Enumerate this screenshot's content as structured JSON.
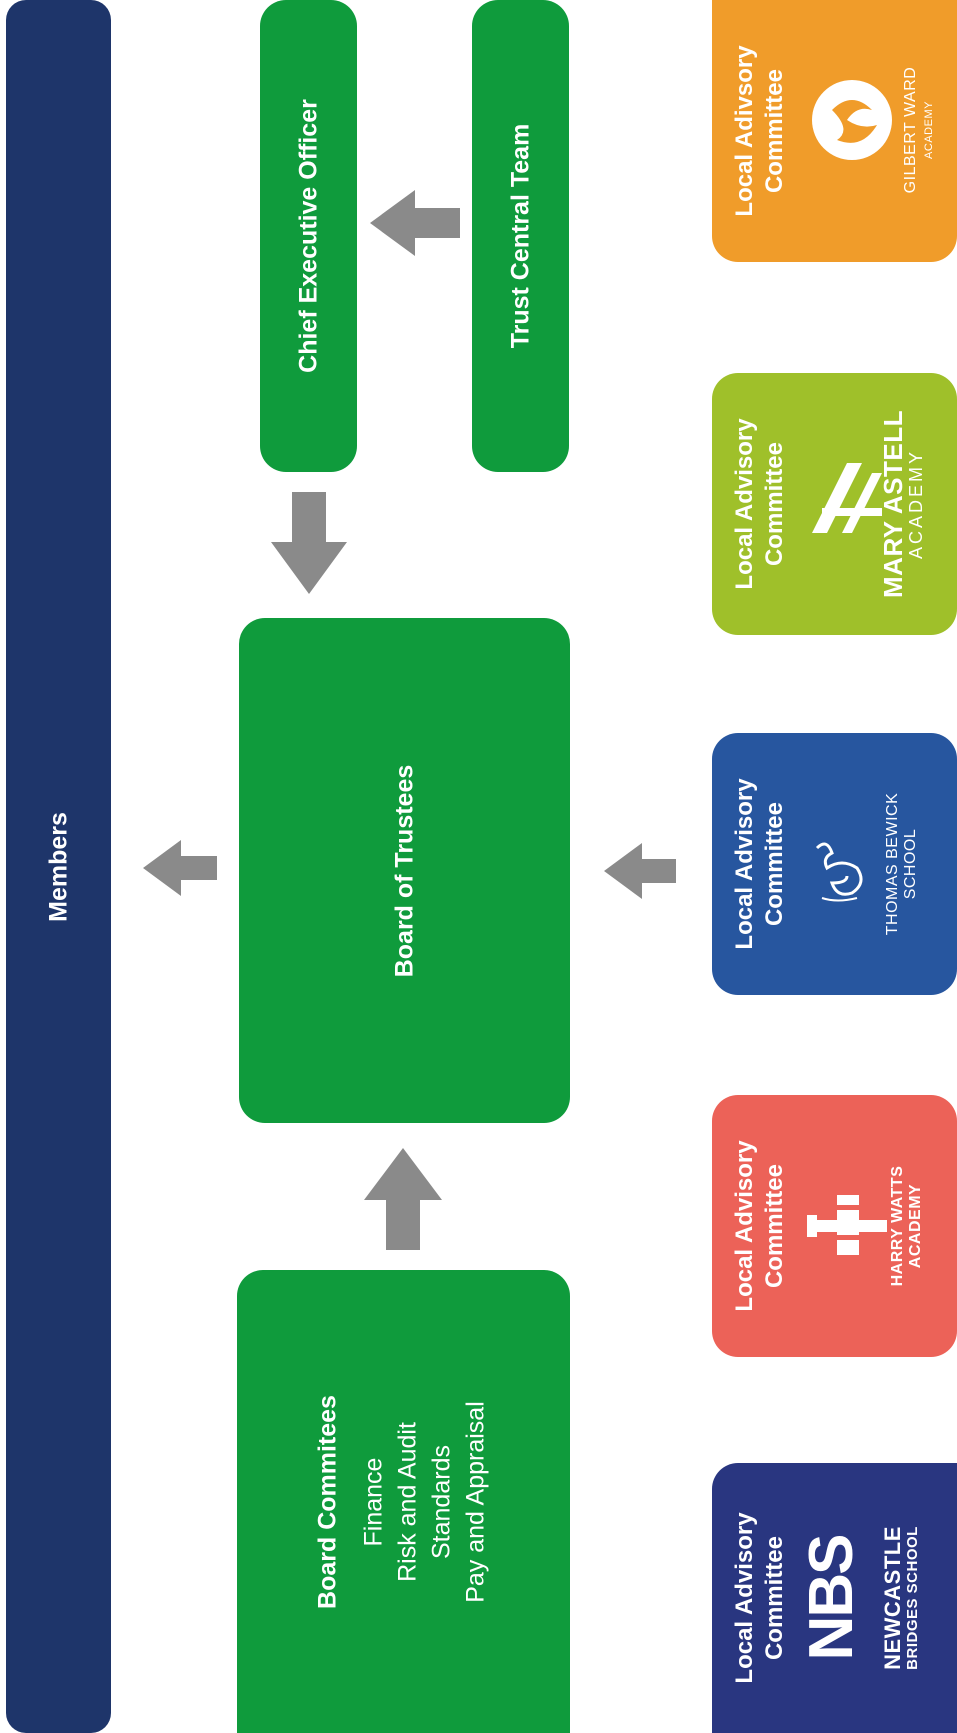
{
  "members": {
    "label": "Members"
  },
  "ceo": {
    "label": "Chief Executive Officer"
  },
  "central_team": {
    "label": "Trust Central Team"
  },
  "board": {
    "label": "Board of Trustees"
  },
  "committees": {
    "title": "Board Commitees",
    "items": [
      "Finance",
      "Risk and Audit",
      "Standards",
      "Pay and Appraisal"
    ]
  },
  "local_committees": [
    {
      "label_line1": "Local Adivsory",
      "label_line2": "Committee",
      "school_line1": "GILBERT WARD",
      "school_line2": "ACADEMY",
      "color": "#f09c2a",
      "icon": "gilbert-ward-logo-icon"
    },
    {
      "label_line1": "Local Advisory",
      "label_line2": "Committee",
      "school_line1": "MARY ASTELL",
      "school_line2": "ACADEMY",
      "color": "#9fc02a",
      "icon": "mary-astell-logo-icon"
    },
    {
      "label_line1": "Local Advisory",
      "label_line2": "Committee",
      "school_line1": "THOMAS BEWICK",
      "school_line2": "SCHOOL",
      "color": "#27569f",
      "icon": "thomas-bewick-logo-icon"
    },
    {
      "label_line1": "Local Advisory",
      "label_line2": "Committee",
      "school_line1": "HARRY WATTS",
      "school_line2": "ACADEMY",
      "color": "#ec6258",
      "icon": "lighthouse-logo-icon"
    },
    {
      "label_line1": "Local Advisory",
      "label_line2": "Committee",
      "school_line1": "NEWCASTLE",
      "school_line2": "BRIDGES SCHOOL",
      "color": "#293680",
      "icon": "nbs-logo-icon",
      "logo_mark": "NBS"
    }
  ],
  "colors": {
    "members": "#1e356a",
    "green": "#0f9b3c",
    "arrow": "#8a8a8a"
  }
}
